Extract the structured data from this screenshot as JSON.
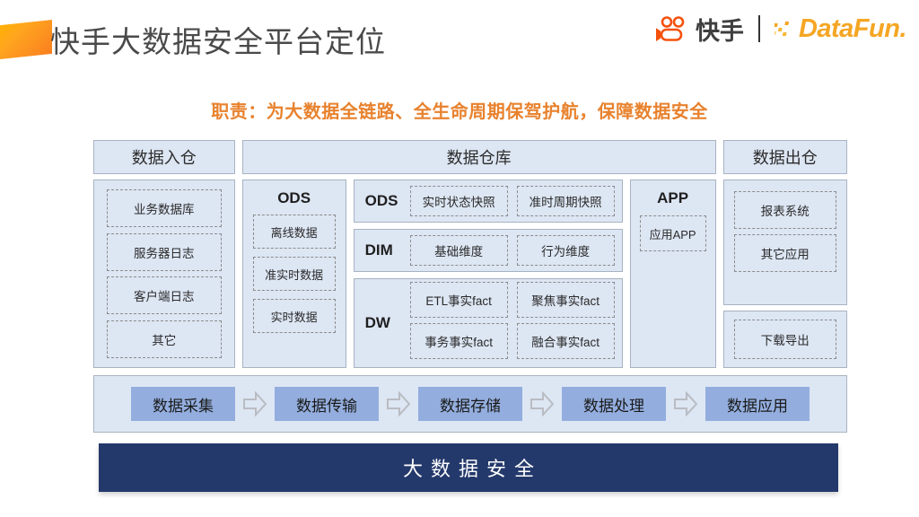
{
  "header": {
    "title": "快手大数据安全平台定位",
    "logo_kuaishou_text": "快手",
    "logo_datafun_text": "DataFun.",
    "mark_icon": "kuaishou-parallelogram-mark"
  },
  "subtitle": "职责：为大数据全链路、全生命周期保驾护航，保障数据安全",
  "diagram": {
    "intake": {
      "caption": "数据入仓",
      "items": [
        "业务数据库",
        "服务器日志",
        "客户端日志",
        "其它"
      ]
    },
    "warehouse": {
      "caption": "数据仓库",
      "ods": {
        "title": "ODS",
        "items": [
          "离线数据",
          "准实时数据",
          "实时数据"
        ]
      },
      "layers": [
        {
          "label": "ODS",
          "cells": [
            "实时状态快照",
            "准时周期快照"
          ]
        },
        {
          "label": "DIM",
          "cells": [
            "基础维度",
            "行为维度"
          ]
        },
        {
          "label": "DW",
          "cells": [
            "ETL事实fact",
            "聚焦事实fact",
            "事务事实fact",
            "融合事实fact"
          ]
        }
      ],
      "app": {
        "title": "APP",
        "items": [
          "应用APP"
        ]
      }
    },
    "output": {
      "caption": "数据出仓",
      "top_items": [
        "报表系统",
        "其它应用"
      ],
      "bottom_items": [
        "下载导出"
      ]
    }
  },
  "pipeline": {
    "steps": [
      "数据采集",
      "数据传输",
      "数据存储",
      "数据处理",
      "数据应用"
    ],
    "arrow_icon": "block-arrow-right-icon"
  },
  "footer": {
    "text": "大数据安全"
  },
  "colors": {
    "panel_fill": "#dde6f3",
    "panel_border": "#a7b3c2",
    "pipeline_step": "#93aede",
    "footer_bg": "#24396b",
    "accent_orange": "#e8822e",
    "brand_kuaishou": "#f5510d",
    "brand_datafun": "#f5a623"
  }
}
